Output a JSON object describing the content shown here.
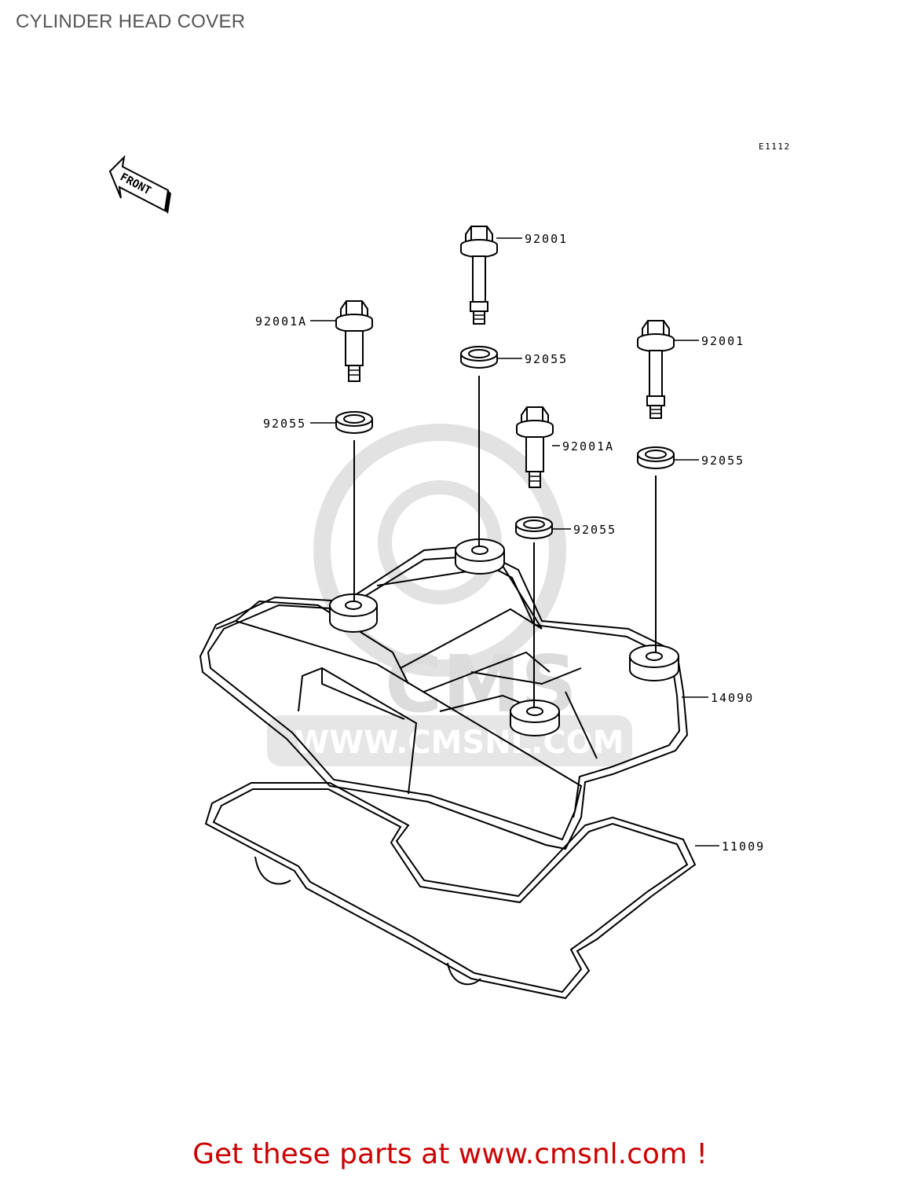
{
  "title": "CYLINDER HEAD COVER",
  "ref_code": "E1112",
  "front_label": "FRONT",
  "watermark": {
    "brand": "CMS",
    "url": "WWW.CMSNL.COM"
  },
  "callouts": [
    {
      "id": "bolt-top-center",
      "label": "92001"
    },
    {
      "id": "bolt-left",
      "label": "92001A"
    },
    {
      "id": "bolt-right",
      "label": "92001"
    },
    {
      "id": "washer-top-center",
      "label": "92055"
    },
    {
      "id": "washer-left",
      "label": "92055"
    },
    {
      "id": "bolt-middle",
      "label": "92001A"
    },
    {
      "id": "washer-right",
      "label": "92055"
    },
    {
      "id": "washer-middle",
      "label": "92055"
    },
    {
      "id": "cover",
      "label": "14090"
    },
    {
      "id": "gasket",
      "label": "11009"
    }
  ],
  "footer": "Get these parts at www.cmsnl.com !",
  "colors": {
    "footer": "#cc0000",
    "watermark": "#dcdcdc",
    "lines": "#000000"
  }
}
